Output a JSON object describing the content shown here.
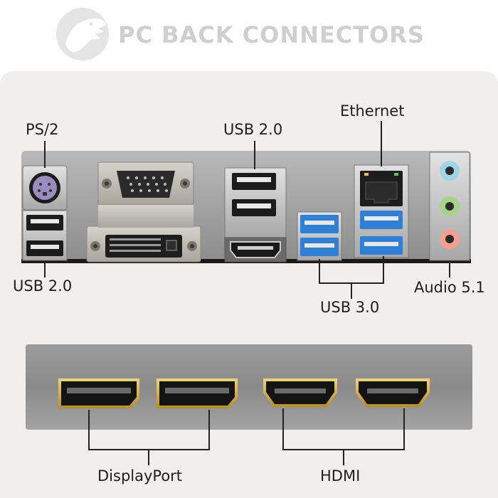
{
  "header": {
    "title": "PC BACK CONNECTORS",
    "logo_icon": "dinosaur-logo"
  },
  "labels": {
    "ps2": "PS/2",
    "usb20_top": "USB 2.0",
    "ethernet": "Ethernet",
    "usb20_left": "USB 2.0",
    "usb30": "USB 3.0",
    "audio": "Audio 5.1",
    "displayport": "DisplayPort",
    "hdmi": "HDMI"
  },
  "colors": {
    "usb3_blue": "#2f7fd6",
    "audio_blue": "#9fd3e6",
    "audio_green": "#a6d28a",
    "audio_pink": "#f0a08c",
    "ps2_purple": "#9b8cc0",
    "gold": "#d4b055"
  }
}
